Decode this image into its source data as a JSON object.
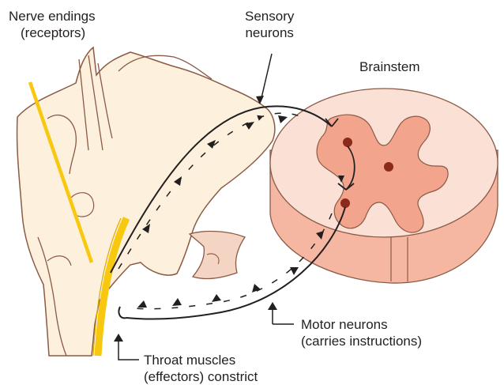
{
  "labels": {
    "nerve_endings": {
      "line1": "Nerve endings",
      "line2": "(receptors)"
    },
    "sensory_neurons": {
      "line1": "Sensory",
      "line2": "neurons"
    },
    "brainstem": "Brainstem",
    "motor_neurons": {
      "line1": "Motor neurons",
      "line2": "(carries instructions)"
    },
    "throat_muscles": {
      "line1": "Throat muscles",
      "line2": "(effectors) constrict"
    }
  },
  "colors": {
    "tissue_fill": "#fdf1dd",
    "tissue_stroke": "#8a5a46",
    "brainstem_outer": "#fbe0d6",
    "brainstem_side": "#f6b7a2",
    "brainstem_gray": "#f2a48d",
    "nucleus": "#8b2a1a",
    "receptor_yellow": "#f7c80f",
    "pathway": "#231f20"
  }
}
